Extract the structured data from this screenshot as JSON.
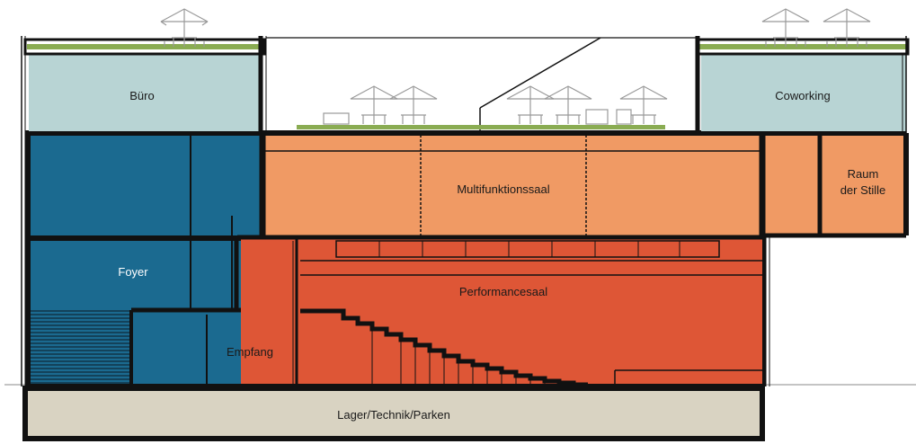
{
  "rooms": {
    "buero": "Büro",
    "coworking": "Coworking",
    "multifunktionssaal": "Multifunktionssaal",
    "raum_line1": "Raum",
    "raum_line2": "der Stille",
    "foyer": "Foyer",
    "performancesaal": "Performancesaal",
    "empfang": "Empfang",
    "lager": "Lager/Technik/Parken"
  },
  "colors": {
    "office": "#b8d4d4",
    "foyer": "#1b6a90",
    "multi": "#f09a64",
    "performance": "#de5636",
    "basement": "#d9d3c2",
    "green_roof": "#8aac52",
    "walls": "#111111"
  },
  "icons": [
    "parasol-icon",
    "green-roof",
    "stairs"
  ]
}
